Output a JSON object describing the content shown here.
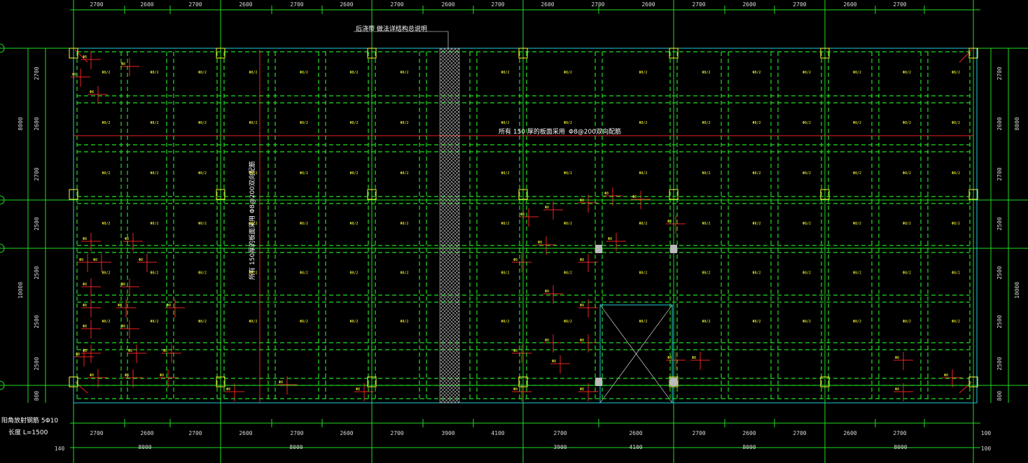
{
  "drawing": {
    "colors": {
      "background": "#000000",
      "grid": "#22dd22",
      "dim": "#d8d8d8",
      "slab_edge": "#22ccdd",
      "rebar_red": "#ee2222",
      "label": "#ffff33",
      "hatch": "#c8c8c8",
      "text": "#ffffff"
    },
    "top_dims": [
      "2700",
      "2600",
      "2700",
      "2600",
      "2700",
      "2600",
      "2700",
      "2600",
      "2700",
      "2600",
      "2700",
      "2600",
      "2700",
      "2600",
      "2700",
      "2600",
      "2700"
    ],
    "bottom_dims": [
      "2700",
      "2600",
      "2700",
      "2600",
      "2700",
      "2600",
      "2700",
      "3900",
      "4100",
      "2700",
      "2600",
      "2700",
      "2600",
      "2700",
      "2600",
      "2700"
    ],
    "bottom_totals": [
      "8000",
      "8000",
      "3900",
      "4100",
      "8000",
      "8000"
    ],
    "bottom_edge_left": "140",
    "bottom_edge_right": "100",
    "bottom_edge_right2": "100",
    "left_dims": [
      "2700",
      "2600",
      "2700",
      "2500",
      "2500",
      "2500",
      "2500",
      "800"
    ],
    "left_totals": [
      "8000",
      "10000"
    ],
    "right_dims": [
      "2700",
      "2600",
      "2700",
      "2500",
      "2500",
      "2500",
      "2500",
      "800"
    ],
    "right_totals": [
      "8000",
      "10000"
    ],
    "annotations": {
      "post_pour": "后浇带 做法详结构总说明",
      "slab_top_rebar": "所有 150 厚的板面采用",
      "slab_top_rebar_spec": "Φ8@200双向配筋",
      "slab_vertical_note": "所有 150厚的板面采用 Φ8@200双向配筋",
      "corner_rebar": "阳角放射钢筋 5Φ10",
      "corner_length": "长度 L=1500"
    },
    "slab_label": "Φ8/2",
    "rebar_label": "Φ8"
  }
}
